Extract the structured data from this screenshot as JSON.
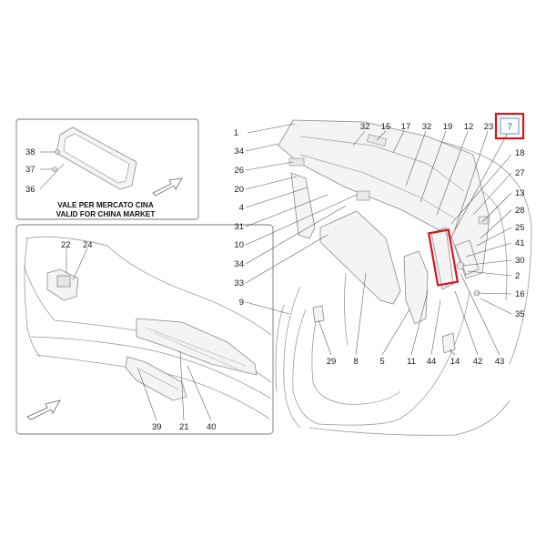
{
  "inset_china": {
    "caption_line1": "VALE PER MERCATO CINA",
    "caption_line2": "VALID FOR CHINA MARKET",
    "labels": [
      "38",
      "37",
      "36"
    ]
  },
  "inset_bumper": {
    "labels": [
      "22",
      "24",
      "39",
      "21",
      "40"
    ]
  },
  "main": {
    "left_labels": [
      "1",
      "34",
      "26",
      "20",
      "4",
      "31",
      "10",
      "34",
      "33",
      "9"
    ],
    "top_labels": [
      "32",
      "15",
      "17",
      "32",
      "19",
      "12",
      "23"
    ],
    "right_labels": [
      "18",
      "27",
      "13",
      "28",
      "25",
      "41",
      "30",
      "2",
      "16",
      "35"
    ],
    "bottom_labels": [
      "29",
      "8",
      "5",
      "11",
      "44",
      "14",
      "42",
      "43"
    ],
    "reference_box": "7"
  },
  "colors": {
    "highlight": "#d9141b",
    "reference_text": "#1f5fb8",
    "line": "#8a8a8a"
  }
}
